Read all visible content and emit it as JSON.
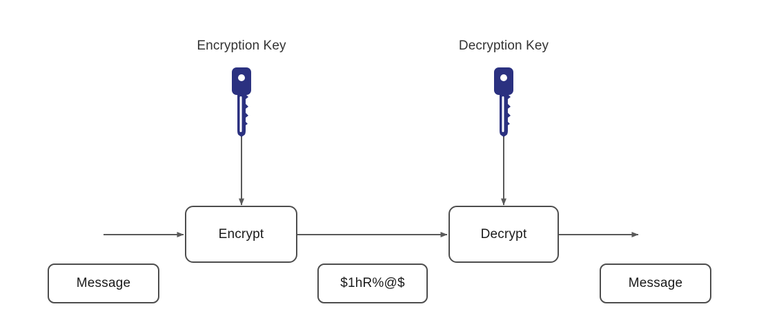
{
  "diagram": {
    "title_labels": {
      "encryption_key": "Encryption Key",
      "decryption_key": "Decryption Key"
    },
    "nodes": {
      "encrypt": "Encrypt",
      "decrypt": "Decrypt",
      "message_in": "Message",
      "ciphertext": "$1hR%@$",
      "message_out": "Message"
    },
    "icons": {
      "encryption_key_icon": "key-icon",
      "decryption_key_icon": "key-icon"
    },
    "colors": {
      "key_blue": "#2b3180",
      "stroke_gray": "#4d4d4d",
      "edge_gray": "#595959",
      "text_dark": "#333333",
      "background": "#ffffff"
    }
  }
}
